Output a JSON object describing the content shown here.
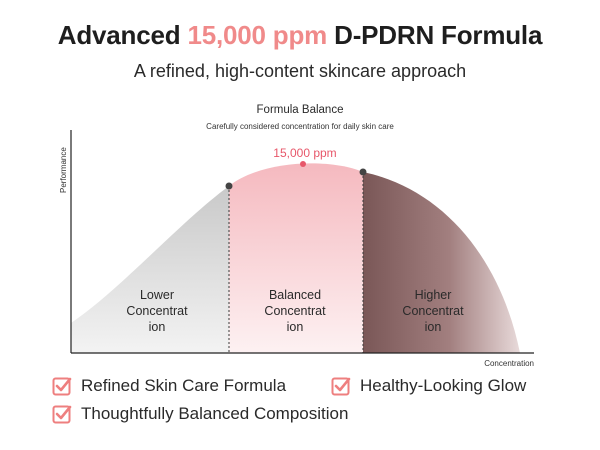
{
  "header": {
    "title_prefix": "Advanced ",
    "title_accent": "15,000 ppm",
    "title_suffix": " D-PDRN Formula",
    "subtitle": "A refined, high-content skincare approach"
  },
  "chart": {
    "title": "Formula Balance",
    "subtitle": "Carefully considered concentration for daily skin care",
    "peak_label": "15,000 ppm",
    "y_axis_label": "Performance",
    "x_axis_label": "Concentration",
    "zones": [
      {
        "label_lines": [
          "Lower",
          "Concentrat",
          "ion"
        ]
      },
      {
        "label_lines": [
          "Balanced",
          "Concentrat",
          "ion"
        ]
      },
      {
        "label_lines": [
          "Higher",
          "Concentrat",
          "ion"
        ]
      }
    ]
  },
  "features": [
    {
      "label": "Refined Skin Care Formula"
    },
    {
      "label": "Healthy-Looking Glow"
    },
    {
      "label": "Thoughtfully Balanced Composition"
    }
  ],
  "colors": {
    "accent": "#f08a8a",
    "peak_marker": "#e7576a",
    "higher_zone": "#8a6262",
    "balanced_zone": "#f7c3c8",
    "lower_zone": "#cfcfcf",
    "check": "#ee7f7f"
  },
  "icons": {
    "feature": "checkbox-check-icon"
  }
}
